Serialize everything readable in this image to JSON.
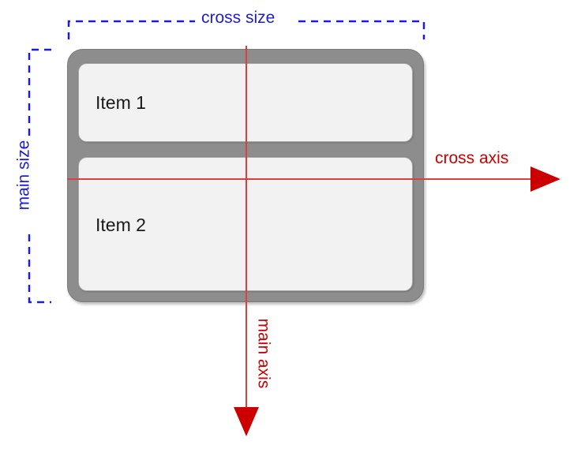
{
  "diagram": {
    "title": "CSS flexbox column-direction axes diagram",
    "background_color": "#ffffff",
    "container": {
      "name": "flex-container",
      "fill_color": "#8d8d8d",
      "border_color": "#7a7a7a",
      "flex_direction": "column"
    },
    "items": [
      {
        "label": "Item 1",
        "fill_color": "#f2f2f2",
        "border_color": "#a8a8a8"
      },
      {
        "label": "Item 2",
        "fill_color": "#f2f2f2",
        "border_color": "#a8a8a8"
      }
    ],
    "measurements": [
      {
        "id": "cross-size",
        "label": "cross size",
        "color": "#1c1ce0",
        "orientation": "horizontal",
        "style": "dashed-bracket"
      },
      {
        "id": "main-size",
        "label": "main size",
        "color": "#1c1ce0",
        "orientation": "vertical",
        "style": "dashed-bracket"
      }
    ],
    "axes": [
      {
        "id": "cross-axis",
        "label": "cross axis",
        "color": "#cc0000",
        "direction": "right",
        "orientation": "horizontal"
      },
      {
        "id": "main-axis",
        "label": "main axis",
        "color": "#cc0000",
        "direction": "down",
        "orientation": "vertical"
      }
    ]
  }
}
